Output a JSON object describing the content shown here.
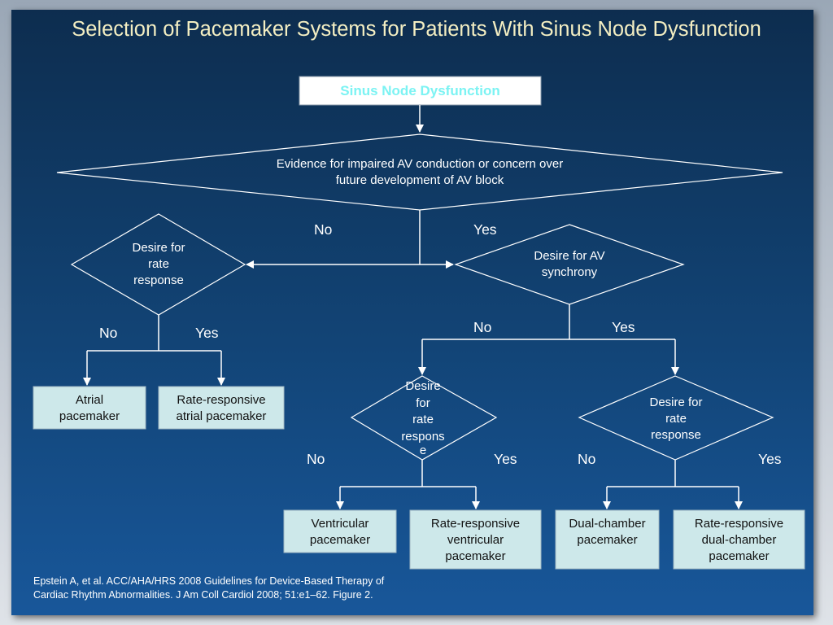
{
  "slide": {
    "title": "Selection of Pacemaker Systems for Patients With Sinus Node Dysfunction",
    "citation_line1": "Epstein A, et al. ACC/AHA/HRS 2008 Guidelines for Device-Based Therapy of",
    "citation_line2": "Cardiac Rhythm Abnormalities. J Am Coll Cardiol 2008; 51:e1–62. Figure 2."
  },
  "nodes": {
    "root": "Sinus Node Dysfunction",
    "av_conduction_line1": "Evidence for impaired AV conduction or concern over",
    "av_conduction_line2": "future development of AV block",
    "rate_response_left_line1": "Desire for",
    "rate_response_left_line2": "rate",
    "rate_response_left_line3": "response",
    "av_synchrony_line1": "Desire for AV",
    "av_synchrony_line2": "synchrony",
    "rate_response_mid_line1": "Desire",
    "rate_response_mid_line2": "for",
    "rate_response_mid_line3": "rate",
    "rate_response_mid_line4": "respons",
    "rate_response_mid_line5": "e",
    "rate_response_right_line1": "Desire for",
    "rate_response_right_line2": "rate",
    "rate_response_right_line3": "response"
  },
  "outcomes": {
    "atrial_line1": "Atrial",
    "atrial_line2": "pacemaker",
    "rr_atrial_line1": "Rate-responsive",
    "rr_atrial_line2": "atrial pacemaker",
    "ventricular_line1": "Ventricular",
    "ventricular_line2": "pacemaker",
    "rr_ventricular_line1": "Rate-responsive",
    "rr_ventricular_line2": "ventricular",
    "rr_ventricular_line3": "pacemaker",
    "dual_line1": "Dual-chamber",
    "dual_line2": "pacemaker",
    "rr_dual_line1": "Rate-responsive",
    "rr_dual_line2": "dual-chamber",
    "rr_dual_line3": "pacemaker"
  },
  "labels": {
    "av_no": "No",
    "av_yes": "Yes",
    "left_no": "No",
    "left_yes": "Yes",
    "sync_no": "No",
    "sync_yes": "Yes",
    "mid_no": "No",
    "mid_yes": "Yes",
    "right_no": "No",
    "right_yes": "Yes"
  },
  "colors": {
    "title": "#f3eec2",
    "root_text": "#7cf3f3",
    "outcome_fill": "#cde8ea",
    "line": "#ffffff"
  }
}
